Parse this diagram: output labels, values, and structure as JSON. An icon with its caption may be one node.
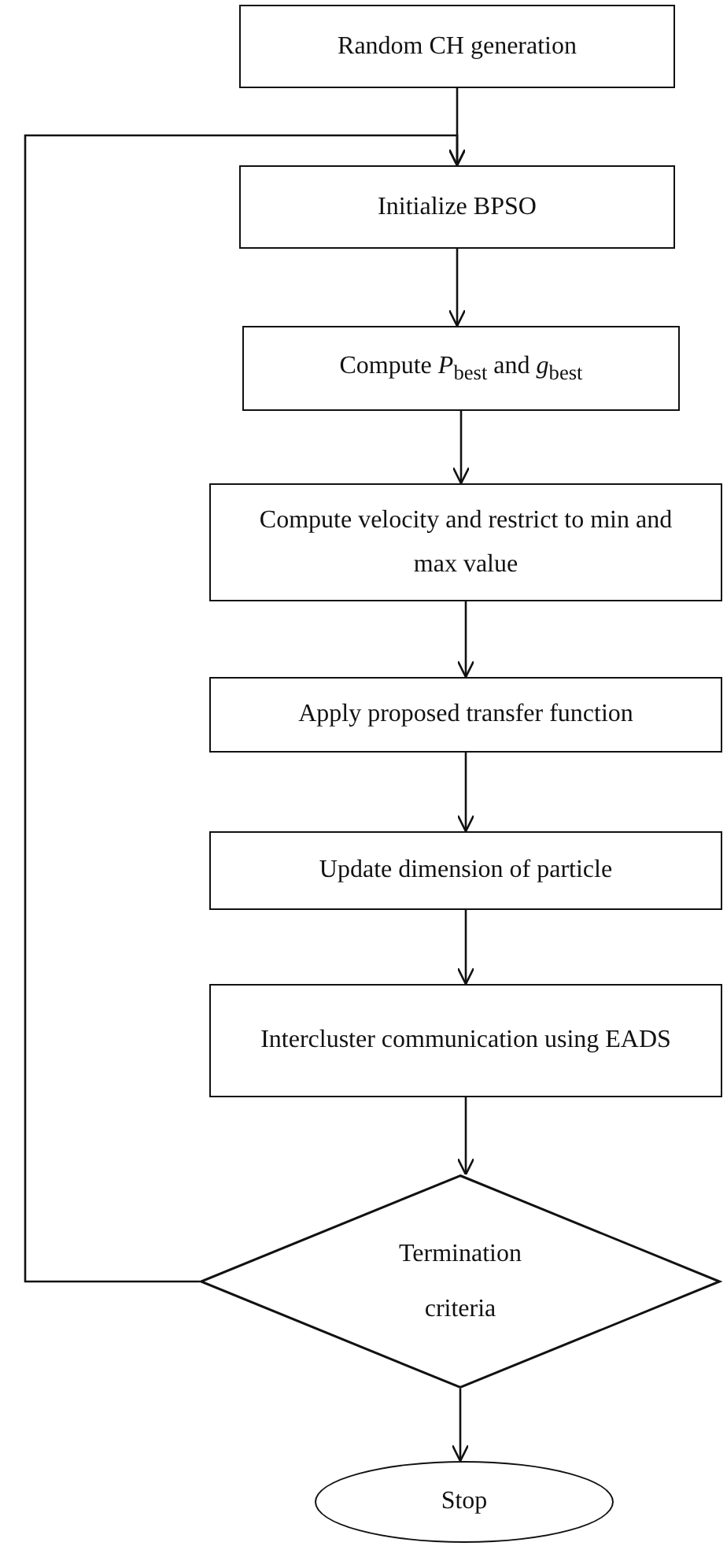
{
  "diagram": {
    "nodes": [
      {
        "text": [
          "Random CH generation"
        ]
      },
      {
        "text": [
          "Initialize BPSO"
        ]
      },
      {
        "text": [
          "Compute *P*$_{best}$ and *g*$_{best}$"
        ]
      },
      {
        "text": [
          "Compute velocity and restrict to min and max value"
        ]
      },
      {
        "text": [
          "Apply proposed transfer function"
        ]
      },
      {
        "text": [
          "Update dimension of particle"
        ]
      },
      {
        "text": [
          "Intercluster communication using EADS"
        ]
      },
      {
        "text": [
          "Termination criteria"
        ]
      },
      {
        "text": [
          "Stop"
        ]
      }
    ],
    "edges": [
      {
        "from": 0,
        "to": 1,
        "arrow": "to"
      },
      {
        "from": 1,
        "to": 2,
        "arrow": "to"
      },
      {
        "from": 2,
        "to": 3,
        "arrow": "to"
      },
      {
        "from": 3,
        "to": 4,
        "arrow": "to"
      },
      {
        "from": 4,
        "to": 5,
        "arrow": "to"
      },
      {
        "from": 5,
        "to": 6,
        "arrow": "to"
      },
      {
        "from": 6,
        "to": 7,
        "arrow": "to"
      },
      {
        "from": 7,
        "to": 8,
        "arrow": "to"
      },
      {
        "from": 7,
        "to": 1,
        "arrow": "to"
      }
    ]
  }
}
